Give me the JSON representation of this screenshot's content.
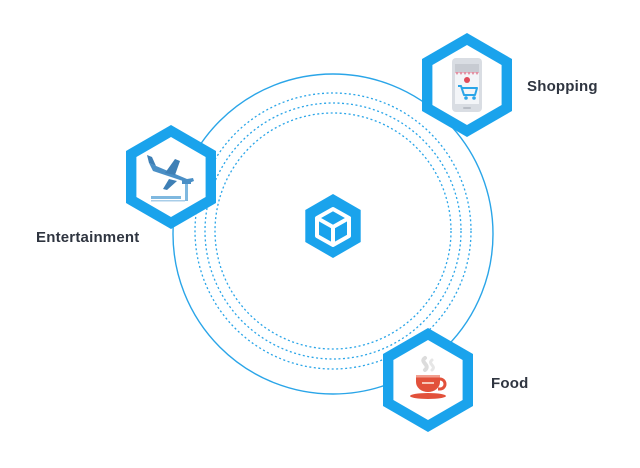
{
  "colors": {
    "accent": "#1aa3ec",
    "ring": "#2aa5e8",
    "label_text": "#2f3540",
    "plane": "#4a8fc6",
    "cup": "#e2513b"
  },
  "center": {
    "icon": "cube-logo-icon"
  },
  "nodes": [
    {
      "key": "shopping",
      "label": "Shopping",
      "icon": "shopping-phone-cart-icon"
    },
    {
      "key": "entertainment",
      "label": "Entertainment",
      "icon": "airplane-takeoff-icon"
    },
    {
      "key": "food",
      "label": "Food",
      "icon": "coffee-cup-icon"
    }
  ]
}
